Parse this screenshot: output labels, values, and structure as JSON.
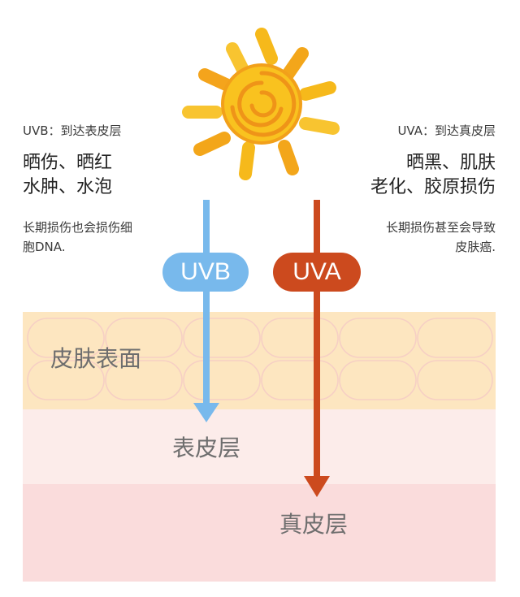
{
  "uvb": {
    "badge": "UVB",
    "reach": "UVB：到达表皮层",
    "effects": [
      "晒伤、晒红",
      "水肿、水泡"
    ],
    "note": [
      "长期损伤也会损伤细",
      "胞DNA."
    ],
    "color": "#78b9ec"
  },
  "uva": {
    "badge": "UVA",
    "reach": "UVA：到达真皮层",
    "effects": [
      "晒黑、肌肤",
      "老化、胶原损伤"
    ],
    "note": [
      "长期损伤甚至会导致",
      "皮肤癌."
    ],
    "color": "#cc4a1e"
  },
  "layers": {
    "surface": "皮肤表面",
    "epidermis": "表皮层",
    "dermis": "真皮层"
  },
  "colors": {
    "surface": "#fde6c0",
    "epidermis": "#fcecea",
    "dermis": "#fadcdc",
    "sun_ray": "#f6b91b",
    "sun_core": "#f4a51c"
  },
  "icons": [
    "sun-icon"
  ]
}
